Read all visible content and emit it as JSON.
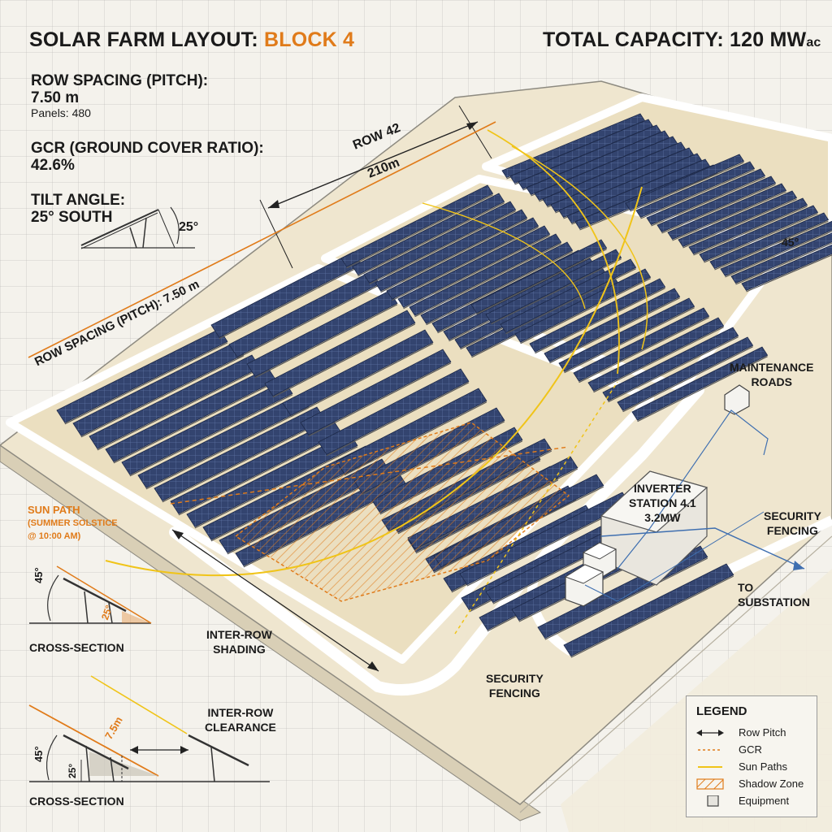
{
  "header": {
    "title_prefix": "SOLAR FARM LAYOUT: ",
    "title_block": "BLOCK 4",
    "capacity": "TOTAL CAPACITY: 120 MW",
    "capacity_sub": "ac"
  },
  "specs": {
    "row_spacing_label": "ROW SPACING (PITCH):",
    "row_spacing_value": "7.50 m",
    "panels": "Panels: 480",
    "gcr_label": "GCR (GROUND COVER RATIO):",
    "gcr_value": "42.6%",
    "tilt_label": "TILT ANGLE:",
    "tilt_value": "25° SOUTH",
    "tilt_angle": "25°"
  },
  "plan_labels": {
    "row": "ROW 42",
    "row_length": "210m",
    "row_spacing_diag": "ROW SPACING (PITCH): 7.50 m",
    "angle_45": "45°",
    "maintenance_line1": "MAINTENANCE",
    "maintenance_line2": "ROADS",
    "inverter_line1": "INVERTER",
    "inverter_line2": "STATION 4.1",
    "inverter_line3": "3.2MW",
    "security_top_line1": "SECURITY",
    "security_top_line2": "FENCING",
    "substation_line1": "TO",
    "substation_line2": "SUBSTATION",
    "sun_path_line1": "SUN PATH",
    "sun_path_line2": "(SUMMER SOLSTICE",
    "sun_path_line3": "@ 10:00 AM)",
    "inter_row_shading_line1": "INTER-ROW",
    "inter_row_shading_line2": "SHADING",
    "security_bottom_line1": "SECURITY",
    "security_bottom_line2": "FENCING"
  },
  "cross_section_1": {
    "angle_outer": "45°",
    "angle_inner": "25°",
    "label": "CROSS-SECTION"
  },
  "cross_section_2": {
    "clearance_line1": "INTER-ROW",
    "clearance_line2": "CLEARANCE",
    "distance": "7.5m",
    "angle_outer": "45°",
    "angle_inner": "25°",
    "label": "CROSS-SECTION"
  },
  "legend": {
    "title": "LEGEND",
    "items": [
      {
        "label": "Row Pitch",
        "icon": "double-arrow-icon"
      },
      {
        "label": "GCR",
        "icon": "dashed-line-icon"
      },
      {
        "label": "Sun Paths",
        "icon": "yellow-line-icon"
      },
      {
        "label": "Shadow Zone",
        "icon": "hatched-box-icon"
      },
      {
        "label": "Equipment",
        "icon": "box-icon"
      }
    ]
  },
  "colors": {
    "accent_orange": "#e07b1a",
    "sun_yellow": "#f0c419",
    "panel_blue": "#2f3f6b",
    "panel_highlight": "#4d67a0",
    "ground": "#efe6cf",
    "road": "#ffffff",
    "cable_blue": "#3f6fb0"
  }
}
